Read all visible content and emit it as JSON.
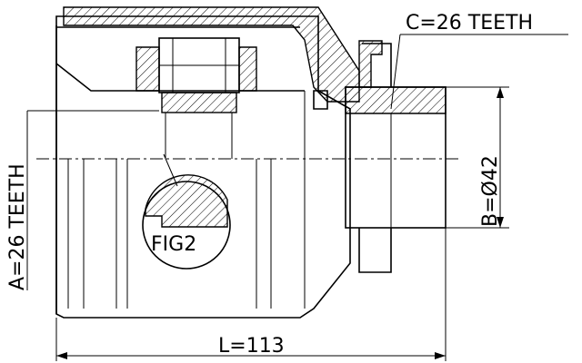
{
  "labels": {
    "teeth_c": "C=26 TEETH",
    "teeth_a": "A=26 TEETH",
    "diameter_b": "B=Ø42",
    "length_l": "L=113",
    "fig": "FIG2"
  },
  "colors": {
    "line": "#000000",
    "background": "#ffffff"
  }
}
